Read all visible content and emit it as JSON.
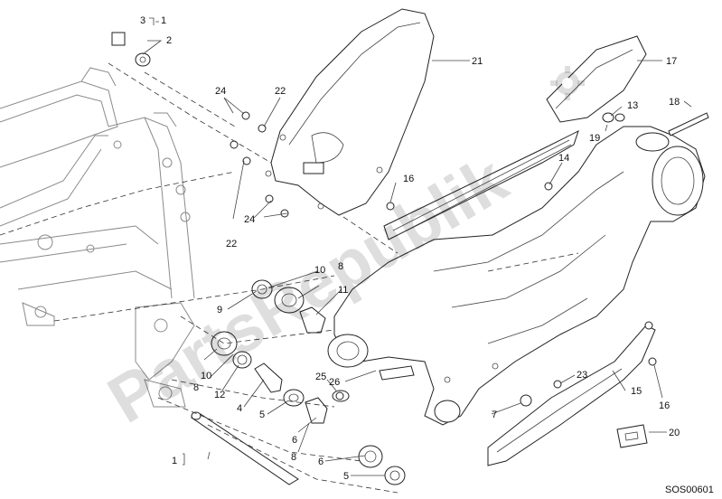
{
  "diagram": {
    "code": "SOS00601",
    "watermark": "PartsRepublik",
    "callouts": [
      {
        "id": "c1a",
        "text": "3"
      },
      {
        "id": "c1b",
        "text": "1"
      },
      {
        "id": "c2",
        "text": "2"
      },
      {
        "id": "c21",
        "text": "21"
      },
      {
        "id": "c17",
        "text": "17"
      },
      {
        "id": "c24a",
        "text": "24"
      },
      {
        "id": "c22a",
        "text": "22"
      },
      {
        "id": "c13",
        "text": "13"
      },
      {
        "id": "c18",
        "text": "18"
      },
      {
        "id": "c19",
        "text": "19"
      },
      {
        "id": "c14",
        "text": "14"
      },
      {
        "id": "c16a",
        "text": "16"
      },
      {
        "id": "c24b",
        "text": "24"
      },
      {
        "id": "c22b",
        "text": "22"
      },
      {
        "id": "c10a",
        "text": "10"
      },
      {
        "id": "c8a",
        "text": "8"
      },
      {
        "id": "c11",
        "text": "11"
      },
      {
        "id": "c9",
        "text": "9"
      },
      {
        "id": "c8b",
        "text": "8"
      },
      {
        "id": "c10b",
        "text": "10"
      },
      {
        "id": "c12",
        "text": "12"
      },
      {
        "id": "c4",
        "text": "4"
      },
      {
        "id": "c25",
        "text": "25"
      },
      {
        "id": "c26",
        "text": "26"
      },
      {
        "id": "c5a",
        "text": "5"
      },
      {
        "id": "c6a",
        "text": "6"
      },
      {
        "id": "c8c",
        "text": "8"
      },
      {
        "id": "c7",
        "text": "7"
      },
      {
        "id": "c23",
        "text": "23"
      },
      {
        "id": "c15",
        "text": "15"
      },
      {
        "id": "c16b",
        "text": "16"
      },
      {
        "id": "c20",
        "text": "20"
      },
      {
        "id": "c1c",
        "text": "1"
      },
      {
        "id": "c6b",
        "text": "6"
      },
      {
        "id": "c5b",
        "text": "5"
      }
    ]
  }
}
